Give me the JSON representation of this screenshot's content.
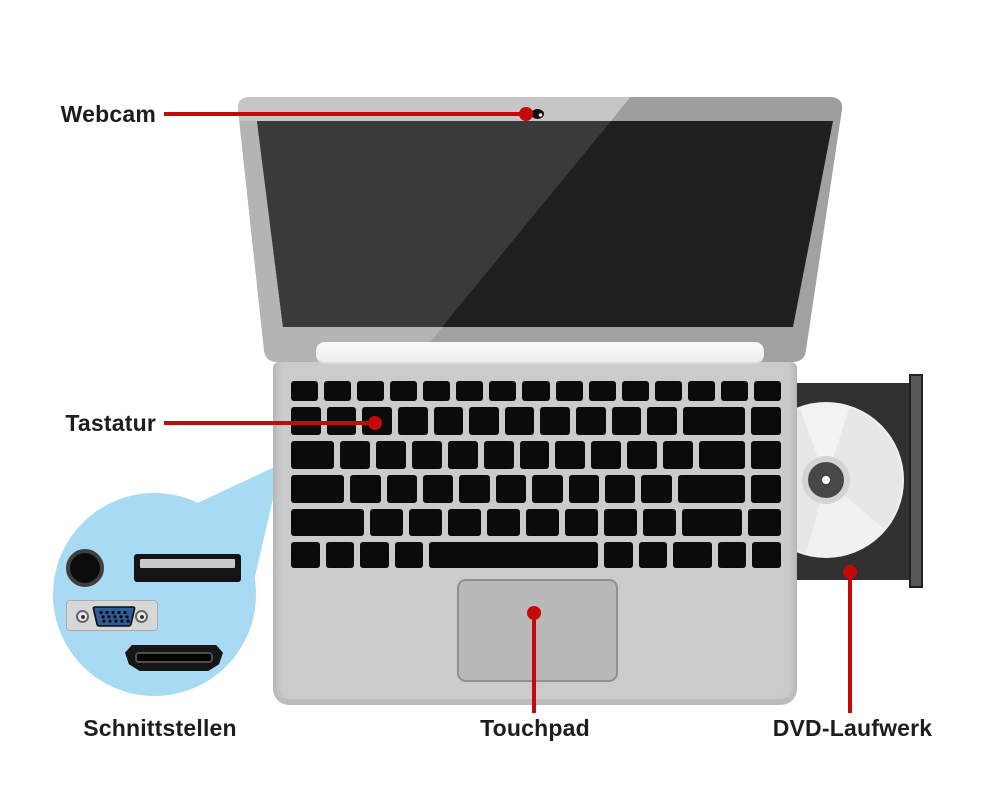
{
  "diagram": {
    "labels": {
      "webcam": "Webcam",
      "keyboard": "Tastatur",
      "interfaces": "Schnittstellen",
      "touchpad": "Touchpad",
      "dvd_drive": "DVD-Laufwerk"
    },
    "colors": {
      "annotation_red": "#c50808",
      "label_text": "#1d1d1d",
      "bubble_blue": "#a9daf3",
      "laptop_body_gray": "#cbcbcb",
      "key_black": "#0b0b0b",
      "screen_dark": "#1f1f1f",
      "screen_light": "#3a3a3a",
      "disc_gray": "#e8e8e8"
    }
  }
}
